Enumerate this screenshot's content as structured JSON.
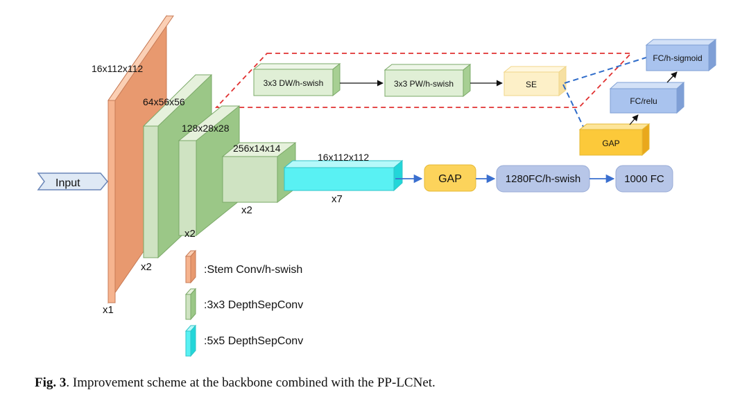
{
  "diagram": {
    "input_label": "Input",
    "stem": {
      "dims": "16x112x112",
      "repeat": "x1"
    },
    "block1": {
      "dims": "64x56x56",
      "repeat": "x2"
    },
    "block2": {
      "dims": "128x28x28",
      "repeat": "x2"
    },
    "block3": {
      "dims": "256x14x14",
      "repeat": "x2"
    },
    "block4": {
      "dims": "16x112x112",
      "repeat": "x7"
    },
    "se_detail": {
      "dw": "3x3 DW/h-swish",
      "pw": "3x3 PW/h-swish",
      "se": "SE",
      "gap": "GAP",
      "fc_relu": "FC/relu",
      "fc_sigmoid": "FC/h-sigmoid"
    },
    "head": {
      "gap": "GAP",
      "fc1280": "1280FC/h-swish",
      "fc1000": "1000 FC"
    },
    "legend": [
      {
        "label": ":Stem Conv/h-swish",
        "color": "#f6b48f"
      },
      {
        "label": ":3x3 DepthSepConv",
        "color": "#cfe3c2"
      },
      {
        "label": ":5x5 DepthSepConv",
        "color": "#59f1f3"
      }
    ]
  },
  "caption": {
    "label": "Fig. 3",
    "text": ". Improvement scheme at the backbone combined with the PP-LCNet."
  },
  "colors": {
    "stem": "#f6b48f",
    "dsconv3": "#cfe3c2",
    "dsconv5": "#59f1f3",
    "gap": "#fcd35b",
    "fc_head": "#b7c6e8",
    "fc_box": "#a9c3ee",
    "se_box": "#fdf0c8",
    "dashed_red": "#e03030",
    "dashed_blue": "#2f6cc9"
  }
}
